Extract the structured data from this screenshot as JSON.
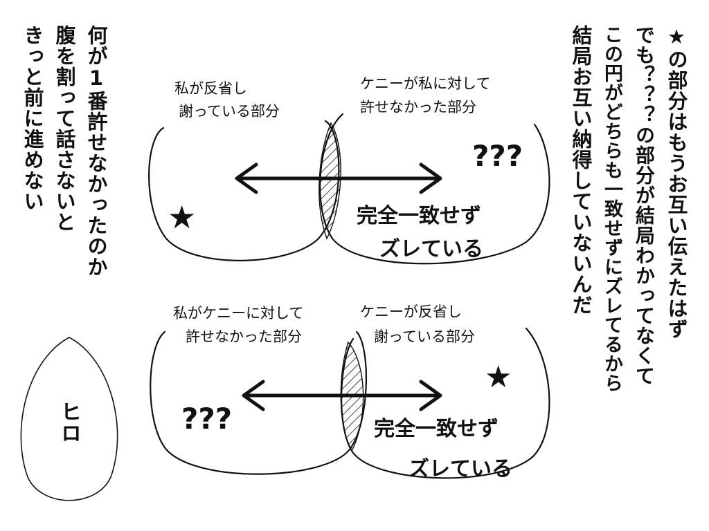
{
  "right_text": {
    "col1": "★の部分はもうお互い伝えたはず",
    "col2": "でも？？？の部分が結局わかってなくて",
    "col3": "この円がどちらも一致せずにズレてるから",
    "col4": "結局お互い納得していないんだ"
  },
  "left_text": {
    "col1": "何が1番許せなかったのか",
    "col2": "腹を割って話さないと",
    "col3": "きっと前に進めない"
  },
  "top_diagram": {
    "left_label_line1": "私が反省し",
    "left_label_line2": "謝っている部分",
    "right_label_line1": "ケニーが私に対して",
    "right_label_line2": "許せなかった部分",
    "star": "★",
    "question": "???",
    "mismatch_line1": "完全一致せず",
    "mismatch_line2": "ズレている"
  },
  "bottom_diagram": {
    "left_label_line1": "私がケニーに対して",
    "left_label_line2": "許せなかった部分",
    "right_label_line1": "ケニーが反省し",
    "right_label_line2": "謝っている部分",
    "star": "★",
    "question": "???",
    "mismatch_line1": "完全一致せず",
    "mismatch_line2": "ズレている"
  },
  "speaker": {
    "name": "ヒロ"
  }
}
